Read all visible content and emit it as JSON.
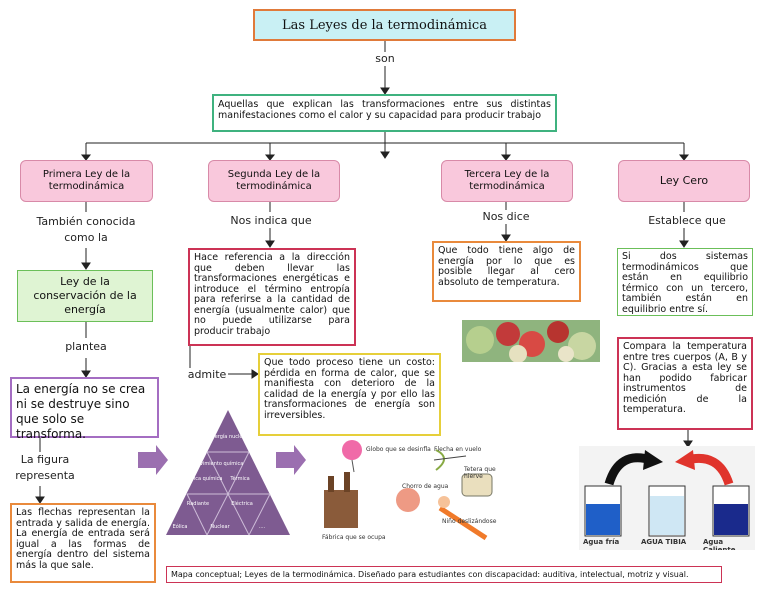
{
  "title": "Las Leyes de la termodinámica",
  "connector_son": "son",
  "definition": "Aquellas que explican las transformaciones entre sus distintas manifestaciones como el calor y su capacidad para producir trabajo",
  "laws": {
    "first": {
      "title": "Primera Ley de la termodinámica",
      "link1": "También conocida como la",
      "name": "Ley de la conservación de la energía",
      "link2": "plantea",
      "statement": "La energía no se crea ni se destruye sino que solo se transforma.",
      "link3": "La figura representa",
      "figure_note": "Las flechas representan la entrada y salida de energía. La energía de entrada será igual a las formas de energía dentro del sistema más la que sale."
    },
    "second": {
      "title": "Segunda Ley de la termodinámica",
      "link1": "Nos indica que",
      "statement": "Hace referencia a la dirección que deben llevar las transformaciones energéticas e introduce el término entropía para referirse a la cantidad de energía (usualmente calor) que no puede utilizarse para producir trabajo",
      "link2": "admite",
      "detail": "Que todo proceso tiene un costo: pérdida en forma de calor, que se manifiesta con deterioro de la calidad de la energía y por ello las transformaciones de energía son irreversibles."
    },
    "third": {
      "title": "Tercera Ley de la termodinámica",
      "link1": "Nos dice",
      "statement": "Que todo tiene algo de energía por lo que es posible llegar al cero absoluto de temperatura."
    },
    "zero": {
      "title": "Ley Cero",
      "link1": "Establece que",
      "statement": "Si dos sistemas termodinámicos que están en equilibrio térmico con un tercero, también están en equilibrio entre sí.",
      "detail": "Compara la temperatura entre tres cuerpos (A, B y C). Gracias a esta ley se han podido fabricar instrumentos de medición de la temperatura."
    }
  },
  "pyramid_labels": [
    "Energía nuclear",
    "Movimiento química",
    "Eléctrica química",
    "Térmica",
    "Radiante",
    "Eléctrica",
    "Eólica",
    "Nuclear",
    "...."
  ],
  "energy_scene_captions": [
    "Globo que se desinfla",
    "Flecha en vuelo",
    "Tetera que hierve",
    "Chorro de agua",
    "Fábrica que se ocupa",
    "Niño deslizándose"
  ],
  "beakers": {
    "labels": [
      "Agua fría",
      "AGUA TIBIA",
      "Agua Caliente"
    ],
    "colors": {
      "cold": "#1f5fc8",
      "warm": "#cfe7f4",
      "hot": "#1a2a8c"
    }
  },
  "footer": "Mapa conceptual; Leyes de la termodinámica. Diseñado para estudiantes con discapacidad: auditiva, intelectual, motriz y visual.",
  "colors": {
    "title_bg": "#c9f0f4",
    "title_border": "#e07a3a",
    "pink": "#f9c8dc",
    "green_box": "#dff4d3",
    "green_border": "#6bbf59",
    "orange_border": "#e98a3c",
    "purple_border": "#a46dc2",
    "red_border": "#cc3355",
    "yellow_border": "#e6cf3a",
    "arrow": "#9b6fb0"
  }
}
